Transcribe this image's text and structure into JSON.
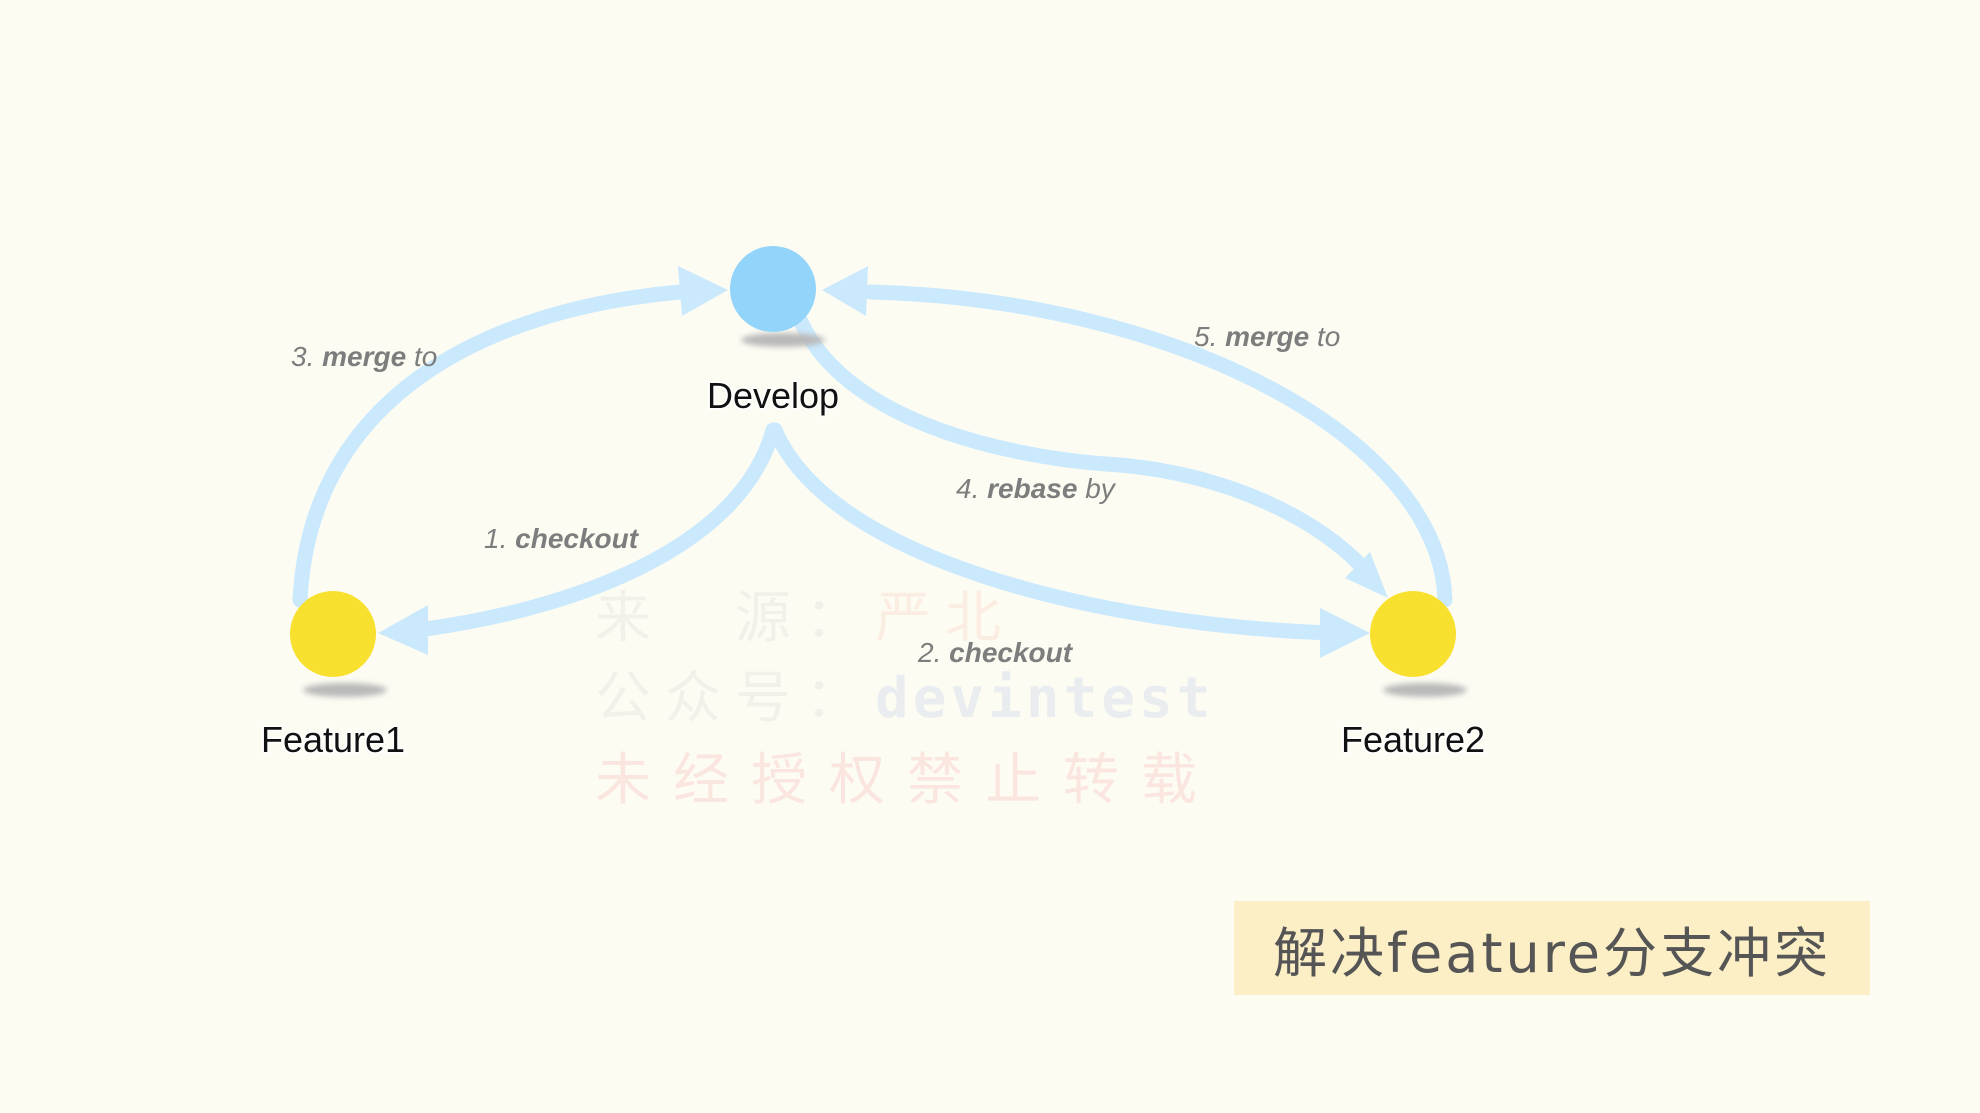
{
  "nodes": {
    "develop": {
      "label": "Develop",
      "color": "#93d5fa"
    },
    "feature1": {
      "label": "Feature1",
      "color": "#f8e02e"
    },
    "feature2": {
      "label": "Feature2",
      "color": "#f8e02e"
    }
  },
  "edges": [
    {
      "id": "edge-1",
      "from": "develop",
      "to": "feature1",
      "num": "1.",
      "keyword": "checkout",
      "suffix": ""
    },
    {
      "id": "edge-2",
      "from": "develop",
      "to": "feature2",
      "num": "2.",
      "keyword": "checkout",
      "suffix": ""
    },
    {
      "id": "edge-3",
      "from": "feature1",
      "to": "develop",
      "num": "3.",
      "keyword": "merge",
      "suffix": "to"
    },
    {
      "id": "edge-4",
      "from": "develop",
      "to": "feature2",
      "num": "4.",
      "keyword": "rebase",
      "suffix": "by"
    },
    {
      "id": "edge-5",
      "from": "feature2",
      "to": "develop",
      "num": "5.",
      "keyword": "merge",
      "suffix": "to"
    }
  ],
  "edge_color": "#cbe9fd",
  "watermark": {
    "line1_prefix": "来　源：",
    "line1_value": "严北",
    "line2_prefix": "公众号：",
    "line2_value": "devintest",
    "line3": "未经授权禁止转载"
  },
  "caption": "解决feature分支冲突"
}
